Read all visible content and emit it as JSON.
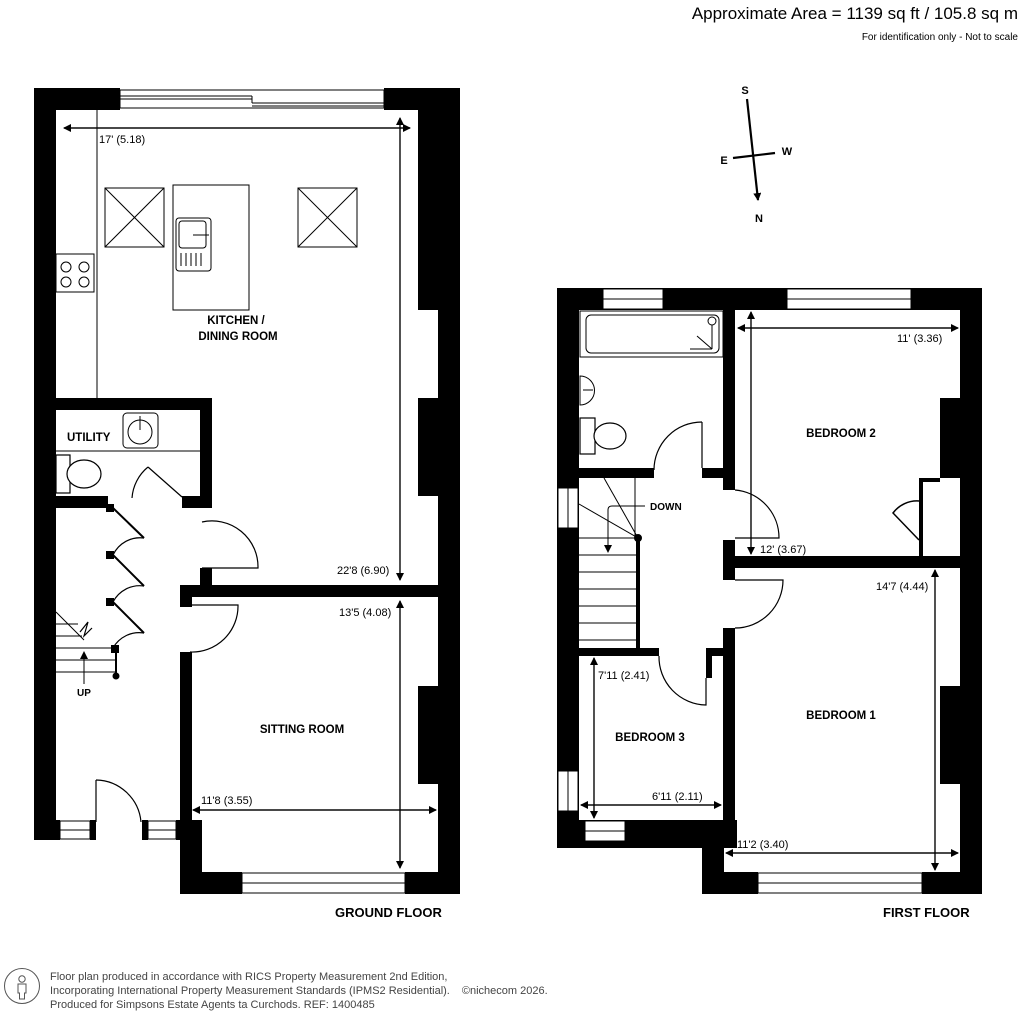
{
  "header": {
    "area": "Approximate Area = 1139 sq ft / 105.8 sq m",
    "note": "For identification only - Not to scale"
  },
  "compass": {
    "north": "N",
    "south": "S",
    "east": "E",
    "west": "W"
  },
  "ground_floor": {
    "title": "GROUND FLOOR",
    "rooms": {
      "kitchen_line1": "KITCHEN /",
      "kitchen_line2": "DINING ROOM",
      "utility": "UTILITY",
      "sitting_room": "SITTING ROOM",
      "stairs_up": "UP"
    },
    "dimensions": {
      "kitchen_width": "17' (5.18)",
      "kitchen_length": "22'8 (6.90)",
      "sitting_length": "13'5 (4.08)",
      "sitting_width": "11'8 (3.55)"
    }
  },
  "first_floor": {
    "title": "FIRST FLOOR",
    "rooms": {
      "bedroom1": "BEDROOM 1",
      "bedroom2": "BEDROOM 2",
      "bedroom3": "BEDROOM 3",
      "stairs_down": "DOWN"
    },
    "dimensions": {
      "bed2_width": "11' (3.36)",
      "bed2_length": "12' (3.67)",
      "bed1_length": "14'7 (4.44)",
      "bed1_width": "11'2 (3.40)",
      "bed3_length": "7'11 (2.41)",
      "bed3_width": "6'11 (2.11)"
    }
  },
  "footer": {
    "line1": "Floor plan produced in accordance with RICS Property Measurement 2nd Edition,",
    "line2": "Incorporating International Property Measurement Standards (IPMS2 Residential).",
    "copyright": "©nichecom 2026.",
    "line3": "Produced for Simpsons Estate Agents ta Curchods.   REF: 1400485"
  }
}
